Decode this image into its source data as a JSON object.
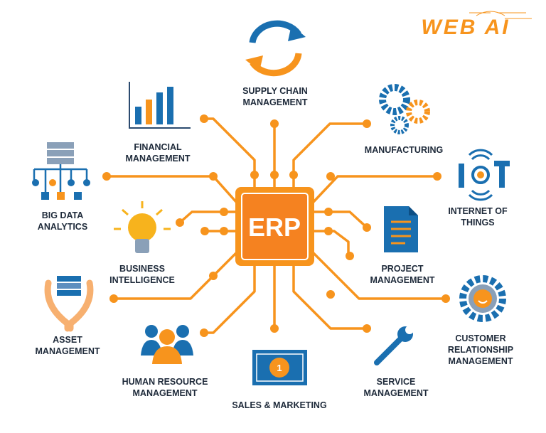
{
  "logo": {
    "text": "WEB AI",
    "color": "#f7941d"
  },
  "center": {
    "label": "ERP"
  },
  "colors": {
    "orange": "#f7941d",
    "blue": "#1a6fb0",
    "dark": "#1e2a3a"
  },
  "modules": [
    {
      "id": "supply-chain",
      "lines": [
        "SUPPLY CHAIN",
        "MANAGEMENT"
      ],
      "icon": "cycle-arrows-icon"
    },
    {
      "id": "financial",
      "lines": [
        "FINANCIAL",
        "MANAGEMENT"
      ],
      "icon": "bar-chart-icon"
    },
    {
      "id": "manufacturing",
      "lines": [
        "MANUFACTURING"
      ],
      "icon": "gears-icon"
    },
    {
      "id": "big-data",
      "lines": [
        "BIG DATA",
        "ANALYTICS"
      ],
      "icon": "database-network-icon"
    },
    {
      "id": "iot",
      "lines": [
        "INTERNET OF",
        "THINGS"
      ],
      "icon": "iot-icon"
    },
    {
      "id": "business-intelligence",
      "lines": [
        "BUSINESS",
        "INTELLIGENCE"
      ],
      "icon": "lightbulb-icon"
    },
    {
      "id": "project",
      "lines": [
        "PROJECT",
        "MANAGEMENT"
      ],
      "icon": "document-icon"
    },
    {
      "id": "asset",
      "lines": [
        "ASSET",
        "MANAGEMENT"
      ],
      "icon": "hands-database-icon"
    },
    {
      "id": "crm",
      "lines": [
        "CUSTOMER",
        "RELATIONSHIP",
        "MANAGEMENT"
      ],
      "icon": "smiley-gear-icon"
    },
    {
      "id": "hr",
      "lines": [
        "HUMAN RESOURCE",
        "MANAGEMENT"
      ],
      "icon": "people-icon"
    },
    {
      "id": "sales",
      "lines": [
        "SALES & MARKETING"
      ],
      "icon": "banknote-icon"
    },
    {
      "id": "service",
      "lines": [
        "SERVICE",
        "MANAGEMENT"
      ],
      "icon": "wrench-icon"
    }
  ]
}
